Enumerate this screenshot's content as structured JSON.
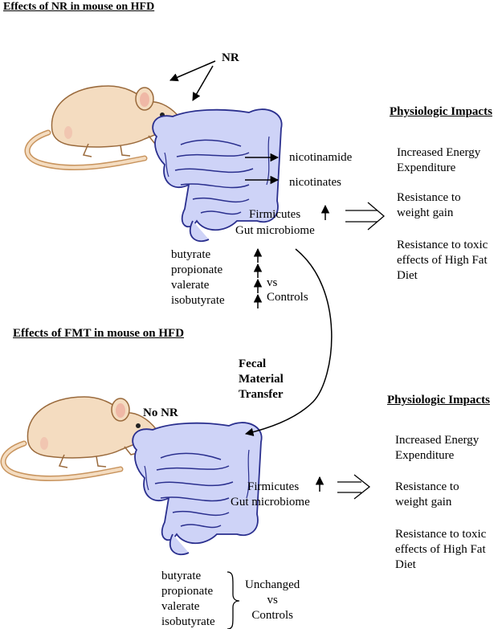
{
  "titles": {
    "nr": "Effects of NR in mouse on HFD",
    "fmt": "Effects of FMT in mouse on HFD"
  },
  "top": {
    "nr_label": "NR",
    "nicotinamide": "nicotinamide",
    "nicotinates": "nicotinates",
    "firmicutes": "Firmicutes",
    "gut_microbiome": "Gut microbiome",
    "scfa": [
      "butyrate",
      "propionate",
      "valerate",
      "isobutyrate"
    ],
    "vs": "vs",
    "controls": "Controls"
  },
  "impacts_top": {
    "heading": "Physiologic Impacts",
    "items": [
      [
        "Increased Energy",
        "Expenditure"
      ],
      [
        "Resistance to",
        "weight gain"
      ],
      [
        "Resistance to toxic",
        "effects of High Fat",
        "Diet"
      ]
    ]
  },
  "transfer": [
    "Fecal",
    "Material",
    "Transfer"
  ],
  "bottom": {
    "no_nr": "No NR",
    "firmicutes": "Firmicutes",
    "gut_microbiome": "Gut microbiome",
    "scfa": [
      "butyrate",
      "propionate",
      "valerate",
      "isobutyrate"
    ],
    "unchanged": "Unchanged",
    "vs": "vs",
    "controls": "Controls"
  },
  "impacts_bottom": {
    "heading": "Physiologic Impacts",
    "items": [
      [
        "Increased Energy",
        "Expenditure"
      ],
      [
        "Resistance to",
        "weight gain"
      ],
      [
        "Resistance to toxic",
        "effects of High Fat",
        "Diet"
      ]
    ]
  },
  "colors": {
    "mouse_fill": "#f4dcc0",
    "mouse_outline": "#9a6a3c",
    "intestine_fill": "#ced3f7",
    "intestine_outline": "#2a2f8e"
  }
}
